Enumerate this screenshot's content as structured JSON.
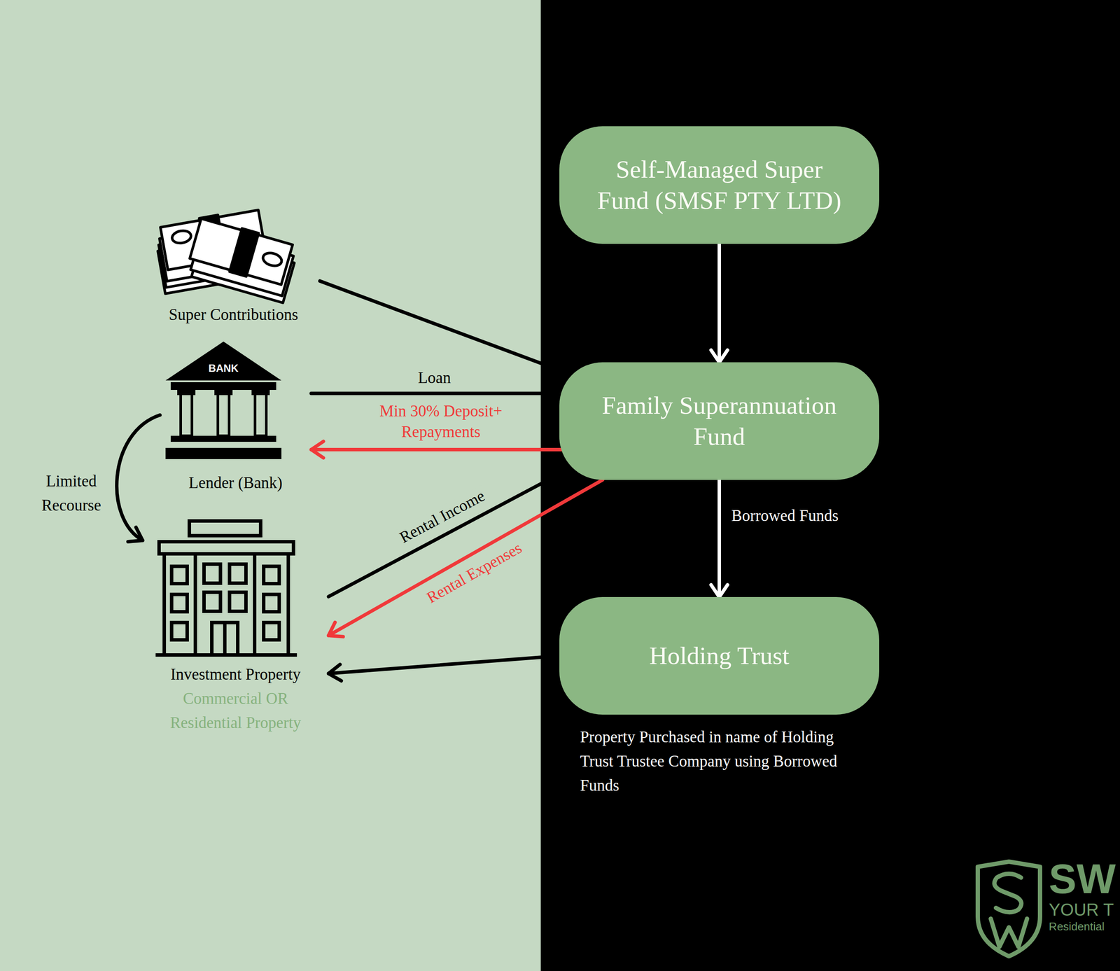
{
  "diagram": {
    "nodes": [
      {
        "text": [
          "Self-Managed Super Fund (SMSF PTY LTD)"
        ]
      },
      {
        "text": [
          "Family Superannuation Fund"
        ]
      },
      {
        "text": [
          "Holding Trust"
        ]
      },
      {
        "text": [
          "Super Contributions"
        ]
      },
      {
        "text": [
          "Lender (Bank)"
        ]
      },
      {
        "text": [
          "Investment Property",
          "Commercial OR Residential Property"
        ]
      }
    ],
    "edges": [
      {
        "from": 0,
        "to": 1,
        "arrow": "to"
      },
      {
        "from": 1,
        "to": 2,
        "arrow": "to",
        "label": "Borrowed Funds"
      },
      {
        "from": 3,
        "to": 1,
        "arrow": "to"
      },
      {
        "from": 4,
        "to": 1,
        "arrow": "to",
        "label": "Loan"
      },
      {
        "from": 1,
        "to": 4,
        "arrow": "to",
        "label": "Min 30% Deposit+ Repayments"
      },
      {
        "from": 4,
        "to": 5,
        "arrow": "to",
        "label": "Limited Recourse"
      },
      {
        "from": 5,
        "to": 1,
        "arrow": "to",
        "label": "Rental Income"
      },
      {
        "from": 1,
        "to": 5,
        "arrow": "to",
        "label": "Rental Expenses"
      },
      {
        "from": 2,
        "to": 5,
        "arrow": "to"
      }
    ],
    "labels": [
      "BANK",
      "Property Purchased in name of Holding Trust Trustee Company using Borrowed Funds",
      "SW",
      "YOUR T",
      "Residential"
    ]
  }
}
